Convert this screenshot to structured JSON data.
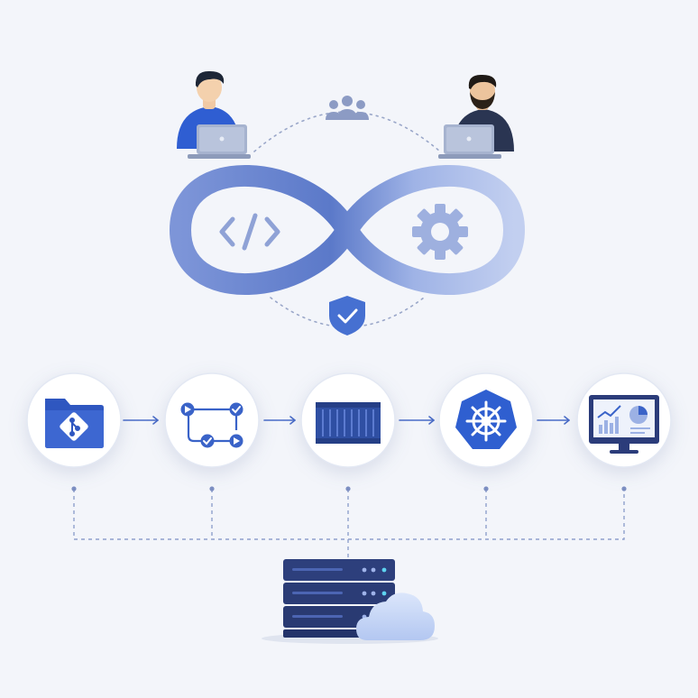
{
  "colors": {
    "background": "#f3f5fa",
    "loop_light": "#b9c8ea",
    "loop_dark": "#5b79c9",
    "accent_blue": "#3b63c4",
    "navy": "#2b3c7a",
    "connector": "#8fa0cc"
  },
  "people": [
    {
      "role": "developer",
      "icons": [
        "person-icon",
        "laptop-icon"
      ]
    },
    {
      "role": "operator",
      "icons": [
        "person-icon",
        "laptop-icon"
      ]
    }
  ],
  "loop": {
    "shape": "infinity-icon",
    "left_symbol": "code-brackets-icon",
    "left_text": "</>",
    "right_symbol": "gear-icon",
    "top_symbol": "team-icon",
    "bottom_symbol": "shield-check-icon"
  },
  "pipeline": [
    {
      "id": "source",
      "icon": "git-folder-icon"
    },
    {
      "id": "build",
      "icon": "workflow-icon"
    },
    {
      "id": "package",
      "icon": "container-icon"
    },
    {
      "id": "orchestrate",
      "icon": "kubernetes-helm-icon"
    },
    {
      "id": "monitor",
      "icon": "monitoring-dashboard-icon"
    }
  ],
  "infrastructure": {
    "icons": [
      "server-rack-icon",
      "cloud-icon"
    ]
  }
}
